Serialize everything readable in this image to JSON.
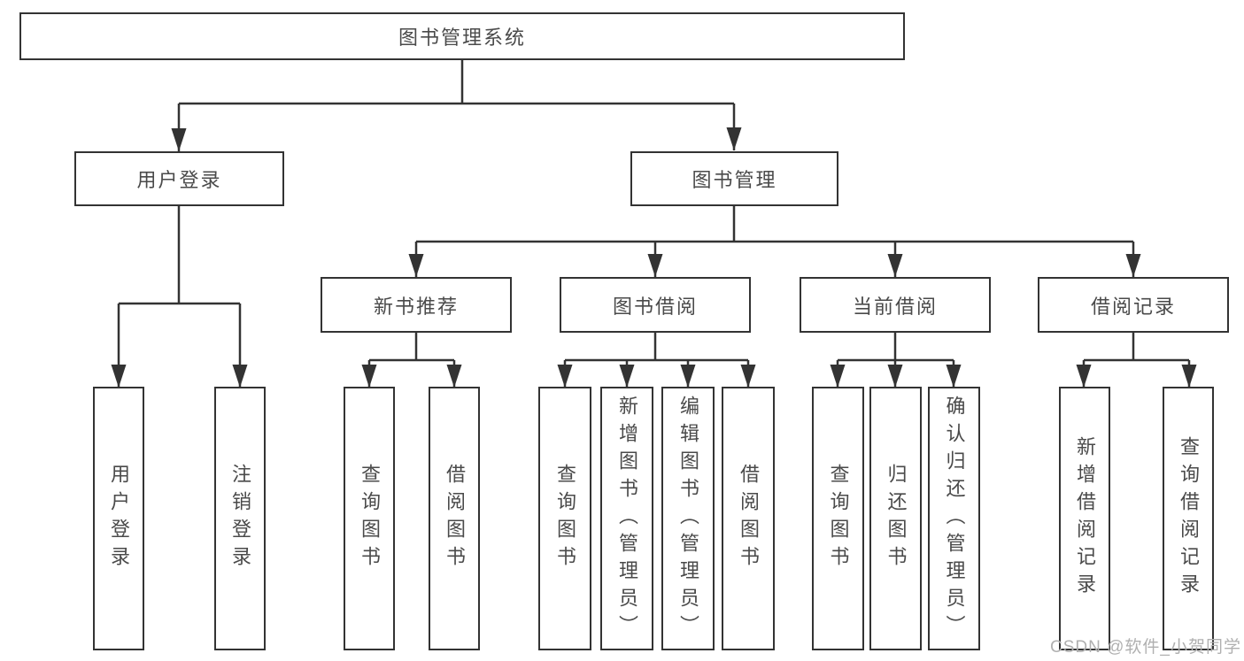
{
  "diagram": {
    "root": {
      "label": "图书管理系统",
      "children": [
        {
          "label": "用户登录",
          "children": [
            {
              "label": "用户登录"
            },
            {
              "label": "注销登录"
            }
          ]
        },
        {
          "label": "图书管理",
          "children": [
            {
              "label": "新书推荐",
              "children": [
                {
                  "label": "查询图书"
                },
                {
                  "label": "借阅图书"
                }
              ]
            },
            {
              "label": "图书借阅",
              "children": [
                {
                  "label": "查询图书"
                },
                {
                  "label": "新增图书（管理员）"
                },
                {
                  "label": "编辑图书（管理员）"
                },
                {
                  "label": "借阅图书"
                }
              ]
            },
            {
              "label": "当前借阅",
              "children": [
                {
                  "label": "查询图书"
                },
                {
                  "label": "归还图书"
                },
                {
                  "label": "确认归还（管理员）"
                }
              ]
            },
            {
              "label": "借阅记录",
              "children": [
                {
                  "label": "新增借阅记录"
                },
                {
                  "label": "查询借阅记录"
                }
              ]
            }
          ]
        }
      ]
    }
  },
  "watermark": {
    "text": "CSDN @软件_小贺同学"
  },
  "colors": {
    "line": "#333333",
    "box_border": "#333333",
    "box_fill": "#ffffff",
    "text": "#4a4a4a",
    "watermark": "#b0b0b0",
    "background": "#ffffff"
  }
}
